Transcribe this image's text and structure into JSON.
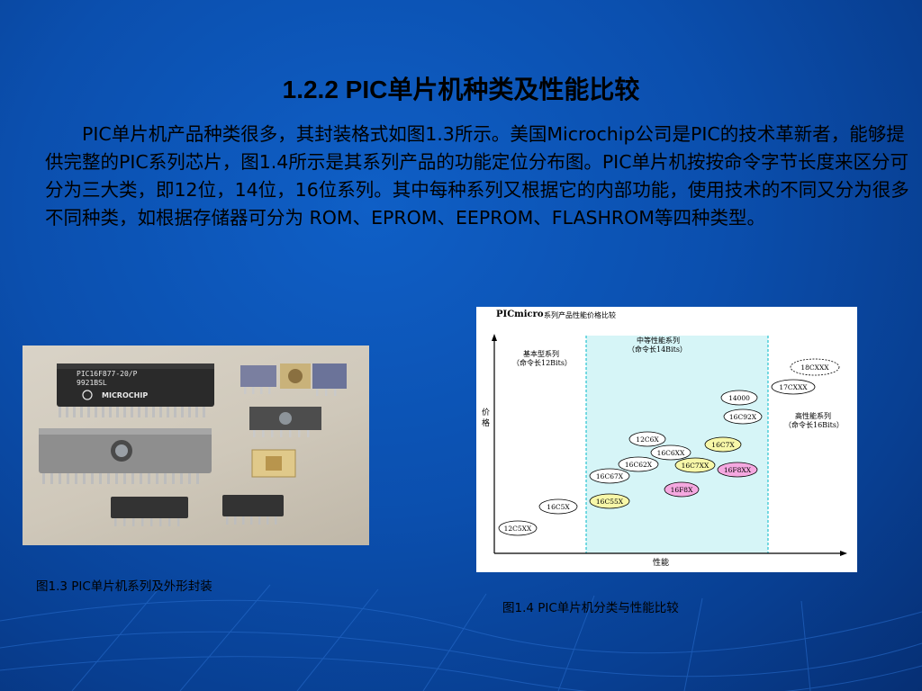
{
  "slide": {
    "title": "1.2.2  PIC单片机种类及性能比较",
    "paragraph": "PIC单片机产品种类很多，其封装格式如图1.3所示。美国Microchip公司是PIC的技术革新者，能够提供完整的PIC系列芯片，图1.4所示是其系列产品的功能定位分布图。PIC单片机按按命令字节长度来区分可分为三大类，即12位，14位，16位系列。其中每种系列又根据它的内部功能，使用技术的不同又分为很多不同种类，如根据存储器可分为 ROM、EPROM、EEPROM、FLASHROM等四种类型。"
  },
  "figure_1_3": {
    "caption": "图1.3 PIC单片机系列及外形封装",
    "chip_labels": {
      "top_chip_line1": "PIC16F877-20/P",
      "top_chip_line2": "9921BSL",
      "top_chip_brand": "MICROCHIP"
    }
  },
  "figure_1_4": {
    "caption": "图1.4 PIC单片机分类与性能比较",
    "header_brand": "PICmicro",
    "header_title": "系列产品性能价格比较",
    "y_axis_label": "价格",
    "x_axis_label": "性能",
    "group_basic_line1": "基本型系列",
    "group_basic_line2": "（命令长12Bits）",
    "group_mid_line1": "中等性能系列",
    "group_mid_line2": "（命令长14Bits）",
    "group_high_line1": "高性能系列",
    "group_high_line2": "（命令长16Bits）",
    "chips": [
      {
        "label": "12C5XX",
        "fill": "#ffffff"
      },
      {
        "label": "16C5X",
        "fill": "#ffffff"
      },
      {
        "label": "16C55X",
        "fill": "#f7f7a8"
      },
      {
        "label": "16C67X",
        "fill": "#ffffff"
      },
      {
        "label": "16C62X",
        "fill": "#ffffff"
      },
      {
        "label": "12C6X",
        "fill": "#ffffff"
      },
      {
        "label": "16C6XX",
        "fill": "#ffffff"
      },
      {
        "label": "16C7XX",
        "fill": "#f7f7a8"
      },
      {
        "label": "16C7X",
        "fill": "#f7f7a8"
      },
      {
        "label": "16F8X",
        "fill": "#f5a8e0"
      },
      {
        "label": "16F8XX",
        "fill": "#f5a8e0"
      },
      {
        "label": "16C92X",
        "fill": "#ffffff"
      },
      {
        "label": "14000",
        "fill": "#ffffff"
      },
      {
        "label": "17CXXX",
        "fill": "#ffffff"
      },
      {
        "label": "18CXXX",
        "fill": "#ffffff"
      }
    ],
    "mid_band_color": "#d6f5f7"
  }
}
